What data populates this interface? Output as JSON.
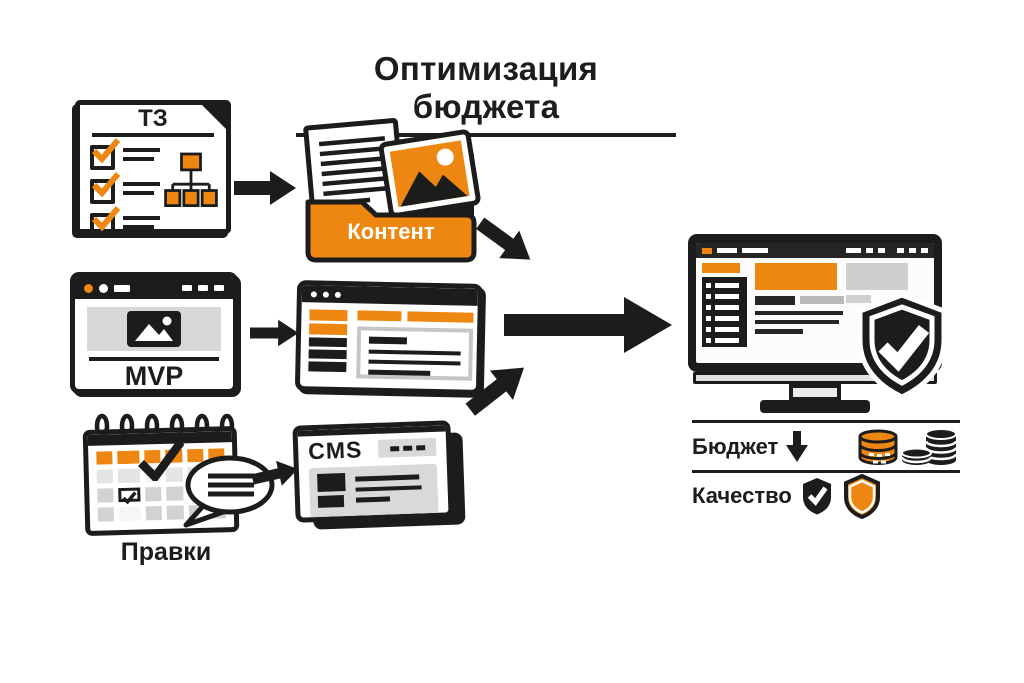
{
  "title": "Оптимизация бюджета",
  "colors": {
    "accent": "#EE8711",
    "ink": "#1c1c1c",
    "panel_gray": "#d9d9d9"
  },
  "nodes": {
    "spec": {
      "label": "ТЗ"
    },
    "content": {
      "label": "Контент"
    },
    "mvp": {
      "label": "MVP"
    },
    "edits": {
      "label": "Правки"
    },
    "cms": {
      "label": "CMS"
    }
  },
  "results": {
    "budget": {
      "label": "Бюджет",
      "trend": "down"
    },
    "quality": {
      "label": "Качество"
    }
  }
}
